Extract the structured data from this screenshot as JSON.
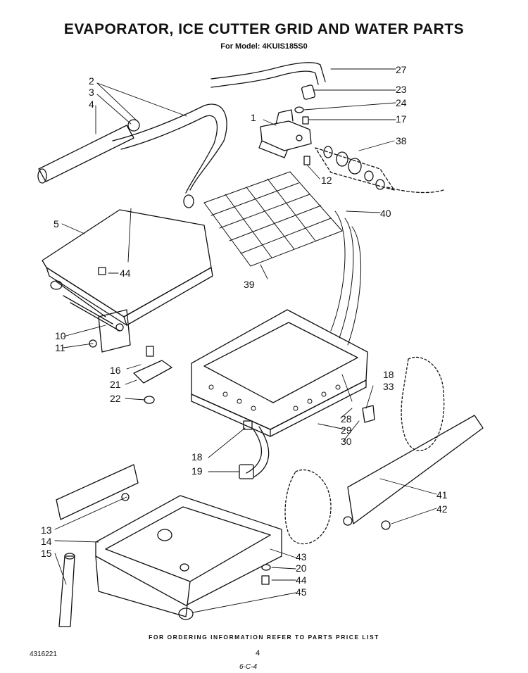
{
  "header": {
    "title": "EVAPORATOR, ICE CUTTER GRID AND WATER PARTS",
    "model": "For Model: 4KUIS185S0"
  },
  "callouts": [
    "1",
    "2",
    "3",
    "4",
    "5",
    "10",
    "11",
    "12",
    "13",
    "14",
    "15",
    "16",
    "17",
    "18",
    "18",
    "19",
    "20",
    "21",
    "22",
    "23",
    "24",
    "27",
    "28",
    "29",
    "30",
    "33",
    "38",
    "39",
    "40",
    "41",
    "42",
    "43",
    "44",
    "44",
    "45"
  ],
  "footer": {
    "instruction": "FOR ORDERING INFORMATION REFER TO PARTS PRICE LIST",
    "doc_number": "4316221",
    "page": "4",
    "handwritten": "6-C-4"
  }
}
